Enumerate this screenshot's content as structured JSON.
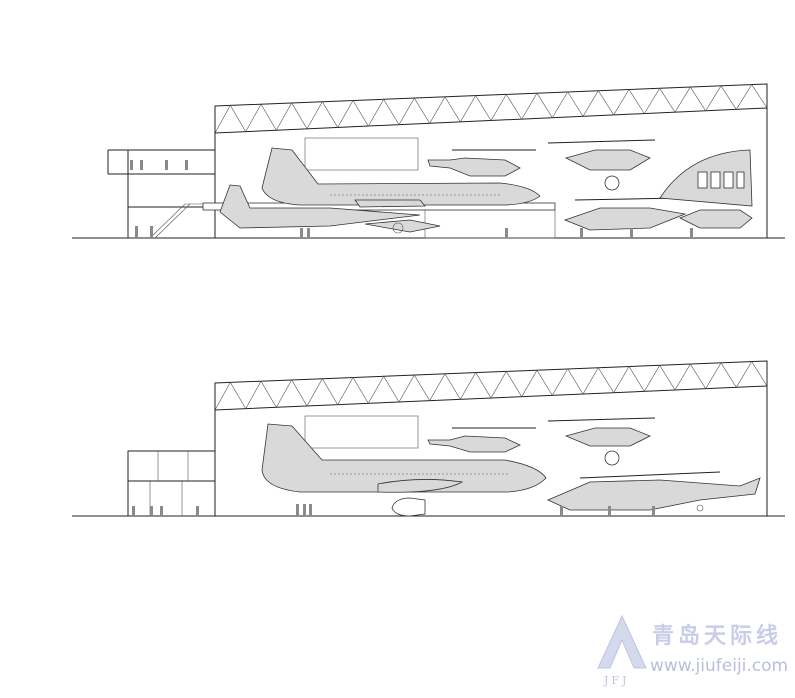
{
  "watermark": {
    "site_name": "青岛天际线",
    "url": "www.jiufeiji.com",
    "logo_text": "JFJ"
  },
  "drawings": [
    {
      "view": "upper-section"
    },
    {
      "view": "lower-elevation"
    }
  ],
  "colors": {
    "line": "#222222",
    "aircraft_fill": "#d9d9d9",
    "people": "#8a8a8a",
    "watermark": "#c9cde6"
  },
  "icons": [
    "jfj-logo-icon"
  ]
}
